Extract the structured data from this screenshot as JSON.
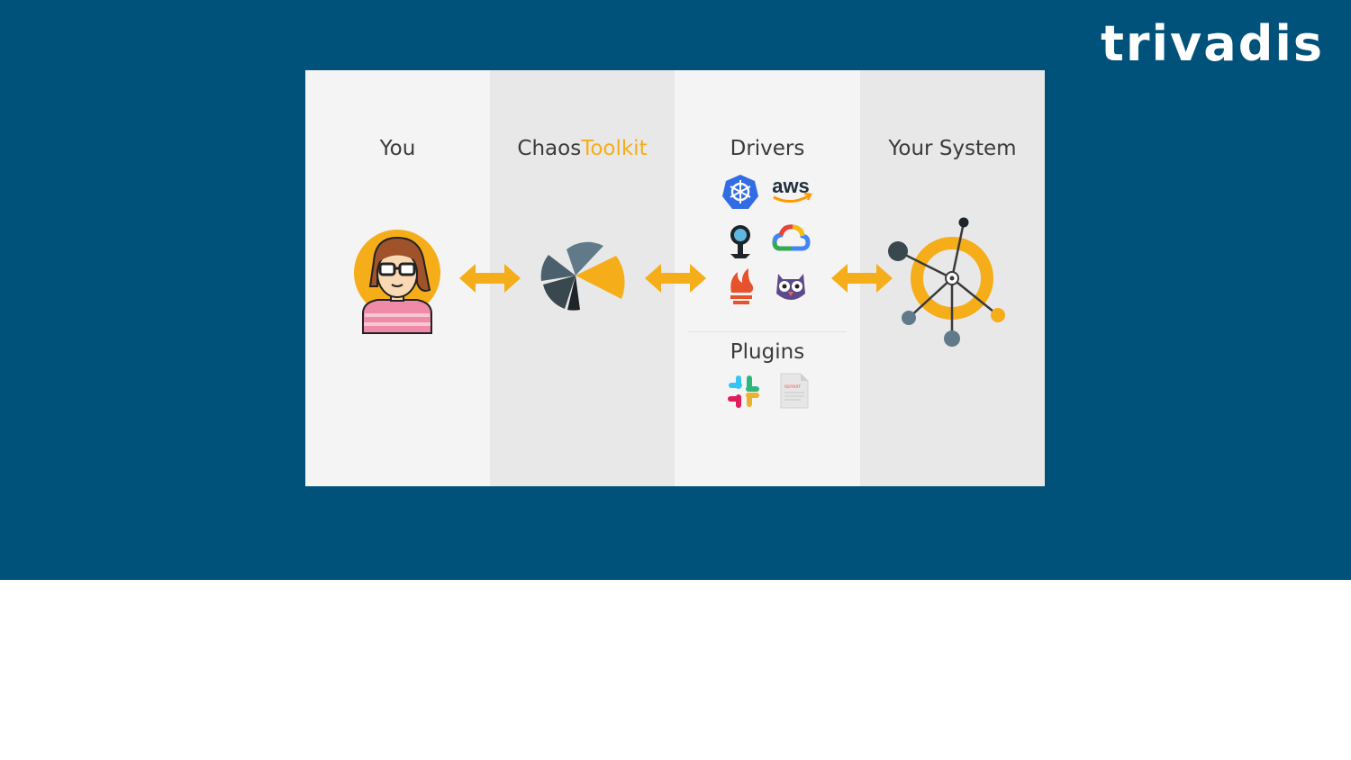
{
  "brand": {
    "logo_text": "trivadis"
  },
  "columns": {
    "you": "You",
    "chaos_part1": "Chaos",
    "chaos_part2": "Toolkit",
    "drivers": "Drivers",
    "system": "Your System"
  },
  "plugins_title": "Plugins",
  "driver_icons": [
    "kubernetes-icon",
    "aws-icon",
    "vault-icon",
    "google-cloud-icon",
    "prometheus-icon",
    "owl-icon"
  ],
  "plugin_icons": [
    "slack-icon",
    "report-icon"
  ],
  "aws_label": "aws",
  "report_label": "REPORT",
  "colors": {
    "background": "#01527a",
    "accent": "#f5ad1a",
    "panel_light": "#f4f4f4",
    "panel_dark": "#e8e8e8"
  }
}
